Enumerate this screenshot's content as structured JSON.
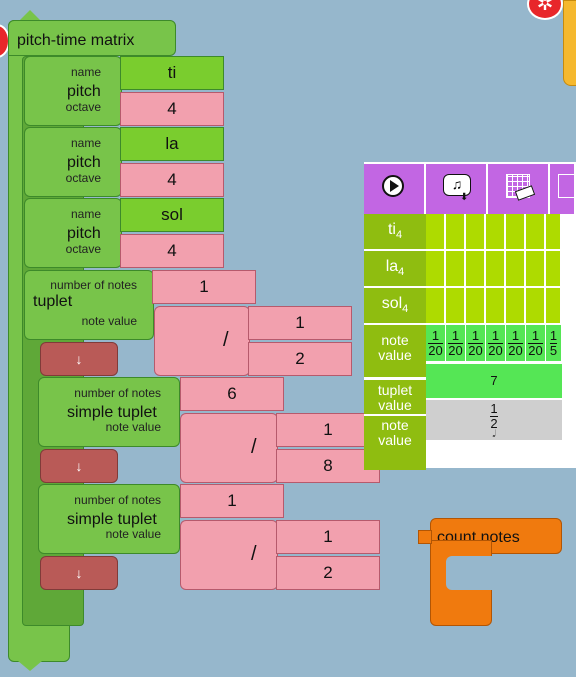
{
  "matrix_block": {
    "title": "pitch-time matrix"
  },
  "pitches": [
    {
      "block": "pitch",
      "name_label": "name",
      "octave_label": "octave",
      "name": "ti",
      "octave": "4"
    },
    {
      "block": "pitch",
      "name_label": "name",
      "octave_label": "octave",
      "name": "la",
      "octave": "4"
    },
    {
      "block": "pitch",
      "name_label": "name",
      "octave_label": "octave",
      "name": "sol",
      "octave": "4"
    }
  ],
  "tuplet": {
    "label": "tuplet",
    "notes_label": "number of notes",
    "value_label": "note value",
    "count": "1",
    "numerator": "1",
    "denominator": "2",
    "divide": "/"
  },
  "simple_tuplets": [
    {
      "label": "simple tuplet",
      "notes_label": "number of notes",
      "value_label": "note value",
      "count": "6",
      "numerator": "1",
      "denominator": "8",
      "divide": "/"
    },
    {
      "label": "simple tuplet",
      "notes_label": "number of notes",
      "value_label": "note value",
      "count": "1",
      "numerator": "1",
      "denominator": "2",
      "divide": "/"
    }
  ],
  "arrow": "↓",
  "count_notes": {
    "label": "count notes"
  },
  "matrix": {
    "rows": [
      {
        "name": "ti",
        "sub": "4"
      },
      {
        "name": "la",
        "sub": "4"
      },
      {
        "name": "sol",
        "sub": "4"
      }
    ],
    "note_value_label": "note value",
    "tuplet_value_label": "tuplet value",
    "note_values": [
      {
        "num": "1",
        "den": "20"
      },
      {
        "num": "1",
        "den": "20"
      },
      {
        "num": "1",
        "den": "20"
      },
      {
        "num": "1",
        "den": "20"
      },
      {
        "num": "1",
        "den": "20"
      },
      {
        "num": "1",
        "den": "20"
      },
      {
        "num": "1",
        "den": "5"
      }
    ],
    "tuplet_count": "7",
    "bottom_num": "1",
    "bottom_den": "2",
    "bottom_symbol": "𝅗𝅥"
  },
  "colors": {
    "background": "#96b7cc",
    "block_green": "#78c44a",
    "value_green": "#7acd2e",
    "value_pink": "#f2a0ae",
    "matrix_header": "#c266e3",
    "matrix_rowlabel": "#8fbd10",
    "matrix_grid": "#aedb00",
    "matrix_rhythm": "#55e655",
    "count_orange": "#f07a0e"
  }
}
